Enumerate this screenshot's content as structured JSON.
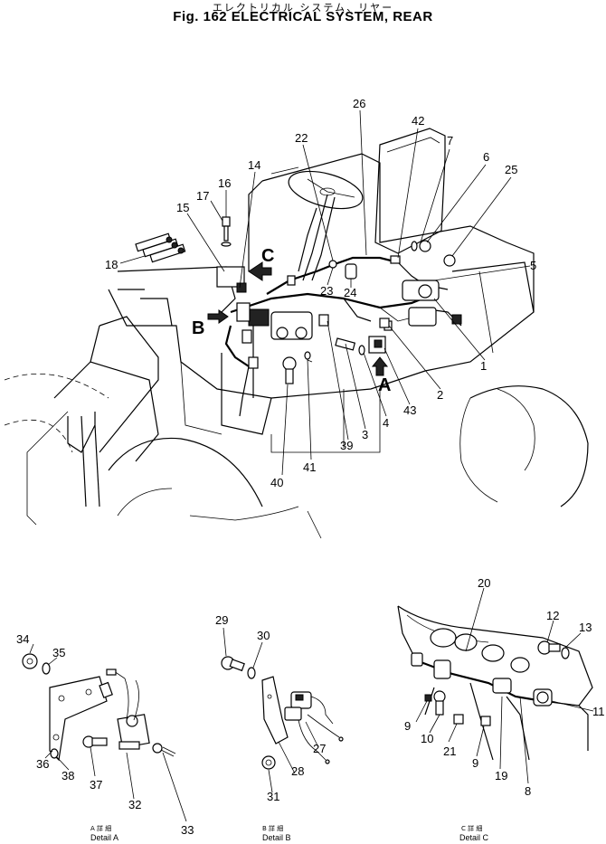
{
  "title": {
    "japanese": "エレクトリカル システム、リヤー",
    "english": "Fig. 162  ELECTRICAL SYSTEM, REAR"
  },
  "callouts": {
    "c1": "1",
    "c2": "2",
    "c3": "3",
    "c4": "4",
    "c5": "5",
    "c6": "6",
    "c7": "7",
    "c8": "8",
    "c9a": "9",
    "c9b": "9",
    "c10": "10",
    "c11": "11",
    "c12": "12",
    "c13": "13",
    "c14": "14",
    "c15": "15",
    "c16": "16",
    "c17": "17",
    "c18": "18",
    "c19": "19",
    "c20": "20",
    "c21": "21",
    "c22": "22",
    "c23": "23",
    "c24": "24",
    "c25": "25",
    "c26": "26",
    "c27": "27",
    "c28": "28",
    "c29": "29",
    "c30": "30",
    "c31": "31",
    "c32": "32",
    "c33": "33",
    "c34": "34",
    "c35": "35",
    "c36": "36",
    "c37": "37",
    "c38": "38",
    "c39": "39",
    "c40": "40",
    "c41": "41",
    "c42": "42",
    "c43": "43"
  },
  "views": {
    "A": "A",
    "B": "B",
    "C": "C"
  },
  "details": {
    "A": {
      "jp": "A 詳 細",
      "en": "Detail A"
    },
    "B": {
      "jp": "B 詳 細",
      "en": "Detail B"
    },
    "C": {
      "jp": "C 詳 細",
      "en": "Detail C"
    }
  }
}
